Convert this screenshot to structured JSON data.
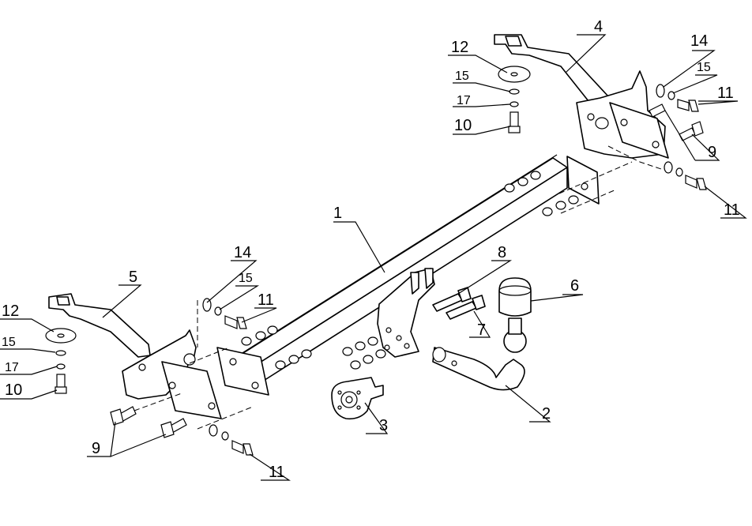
{
  "callouts": [
    {
      "id": "c1",
      "text": "1"
    },
    {
      "id": "c2",
      "text": "2"
    },
    {
      "id": "c3",
      "text": "3"
    },
    {
      "id": "c4",
      "text": "4"
    },
    {
      "id": "c5",
      "text": "5"
    },
    {
      "id": "c6",
      "text": "6"
    },
    {
      "id": "c7",
      "text": "7"
    },
    {
      "id": "c8",
      "text": "8"
    },
    {
      "id": "c9a",
      "text": "9"
    },
    {
      "id": "c9b",
      "text": "9"
    },
    {
      "id": "c10a",
      "text": "10"
    },
    {
      "id": "c10b",
      "text": "10"
    },
    {
      "id": "c11a",
      "text": "11"
    },
    {
      "id": "c11b",
      "text": "11"
    },
    {
      "id": "c11c",
      "text": "11"
    },
    {
      "id": "c11d",
      "text": "11"
    },
    {
      "id": "c12a",
      "text": "12"
    },
    {
      "id": "c12b",
      "text": "12"
    },
    {
      "id": "c14a",
      "text": "14"
    },
    {
      "id": "c14b",
      "text": "14"
    },
    {
      "id": "c15a",
      "text": "15"
    },
    {
      "id": "c15b",
      "text": "15"
    },
    {
      "id": "c15c",
      "text": "15"
    },
    {
      "id": "c15d",
      "text": "15"
    },
    {
      "id": "c17a",
      "text": "17"
    },
    {
      "id": "c17b",
      "text": "17"
    }
  ]
}
